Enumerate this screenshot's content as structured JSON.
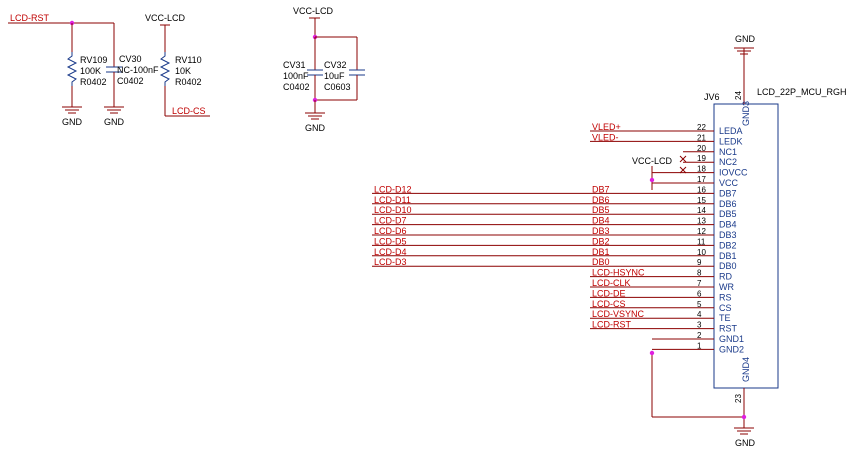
{
  "components": {
    "rv109": {
      "ref": "RV109",
      "value": "100K",
      "pkg": "R0402"
    },
    "cv30": {
      "ref": "CV30",
      "value": "NC-100nF",
      "pkg": "C0402"
    },
    "rv110": {
      "ref": "RV110",
      "value": "10K",
      "pkg": "R0402"
    },
    "cv31": {
      "ref": "CV31",
      "value": "100nF",
      "pkg": "C0402"
    },
    "cv32": {
      "ref": "CV32",
      "value": "10uF",
      "pkg": "C0603"
    },
    "jv6": {
      "ref": "JV6",
      "value": "LCD_22P_MCU_RGH",
      "pin_top": "GND3",
      "pin_bottom": "GND4"
    }
  },
  "nets": {
    "lcd_rst_top": "LCD-RST",
    "vcc_lcd_1": "VCC-LCD",
    "vcc_lcd_2": "VCC-LCD",
    "vcc_lcd_3": "VCC-LCD",
    "lcd_cs_left": "LCD-CS",
    "gnd": "GND"
  },
  "connector_pins": [
    {
      "num": "22",
      "name": "LEDA",
      "net": "VLED+"
    },
    {
      "num": "21",
      "name": "LEDK",
      "net": "VLED-"
    },
    {
      "num": "20",
      "name": "NC1",
      "net": ""
    },
    {
      "num": "19",
      "name": "NC2",
      "net": ""
    },
    {
      "num": "18",
      "name": "IOVCC",
      "net": ""
    },
    {
      "num": "17",
      "name": "VCC",
      "net": ""
    },
    {
      "num": "16",
      "name": "DB7",
      "net": "DB7"
    },
    {
      "num": "15",
      "name": "DB6",
      "net": "DB6"
    },
    {
      "num": "14",
      "name": "DB5",
      "net": "DB5"
    },
    {
      "num": "13",
      "name": "DB4",
      "net": "DB4"
    },
    {
      "num": "12",
      "name": "DB3",
      "net": "DB3"
    },
    {
      "num": "11",
      "name": "DB2",
      "net": "DB2"
    },
    {
      "num": "10",
      "name": "DB1",
      "net": "DB1"
    },
    {
      "num": "9",
      "name": "DB0",
      "net": "DB0"
    },
    {
      "num": "8",
      "name": "RD",
      "net": "LCD-HSYNC"
    },
    {
      "num": "7",
      "name": "WR",
      "net": "LCD-CLK"
    },
    {
      "num": "6",
      "name": "RS",
      "net": "LCD-DE"
    },
    {
      "num": "5",
      "name": "CS",
      "net": "LCD-CS"
    },
    {
      "num": "4",
      "name": "TE",
      "net": "LCD-VSYNC"
    },
    {
      "num": "3",
      "name": "RST",
      "net": "LCD-RST"
    },
    {
      "num": "2",
      "name": "GND1",
      "net": ""
    },
    {
      "num": "1",
      "name": "GND2",
      "net": ""
    }
  ],
  "pin_numbers": {
    "top": "24",
    "bottom": "23"
  },
  "left_nets": [
    "LCD-D12",
    "LCD-D11",
    "LCD-D10",
    "LCD-D7",
    "LCD-D6",
    "LCD-D5",
    "LCD-D4",
    "LCD-D3"
  ]
}
